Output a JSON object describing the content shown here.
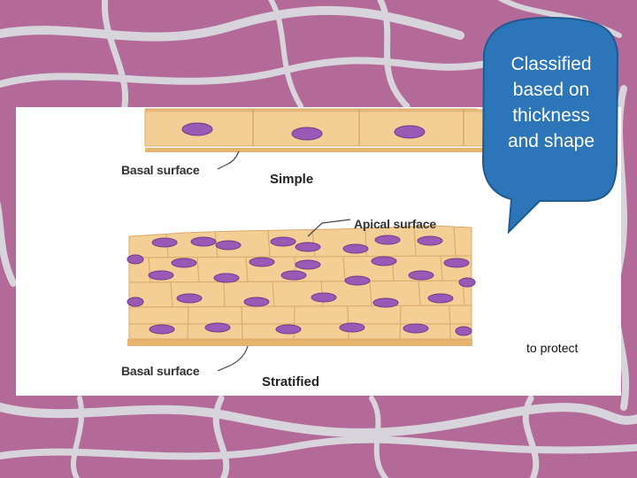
{
  "slide": {
    "background": {
      "color": "#b46a98",
      "fiber_color": "#d8d4dc"
    },
    "diagram": {
      "labels": {
        "basal_surface_top": "Basal surface",
        "simple": "Simple",
        "apical_surface": "Apical surface",
        "basal_surface_bottom": "Basal surface",
        "stratified": "Stratified"
      },
      "colors": {
        "cell_fill": "#f3cf96",
        "cell_edge": "#d9a867",
        "nucleus": "#9b59b6",
        "basement": "#e7b46f"
      }
    },
    "callout": {
      "lines": [
        "Classified",
        "based on",
        "thickness",
        "and shape"
      ],
      "fill": "#2c75b8"
    },
    "note": "to protect"
  }
}
